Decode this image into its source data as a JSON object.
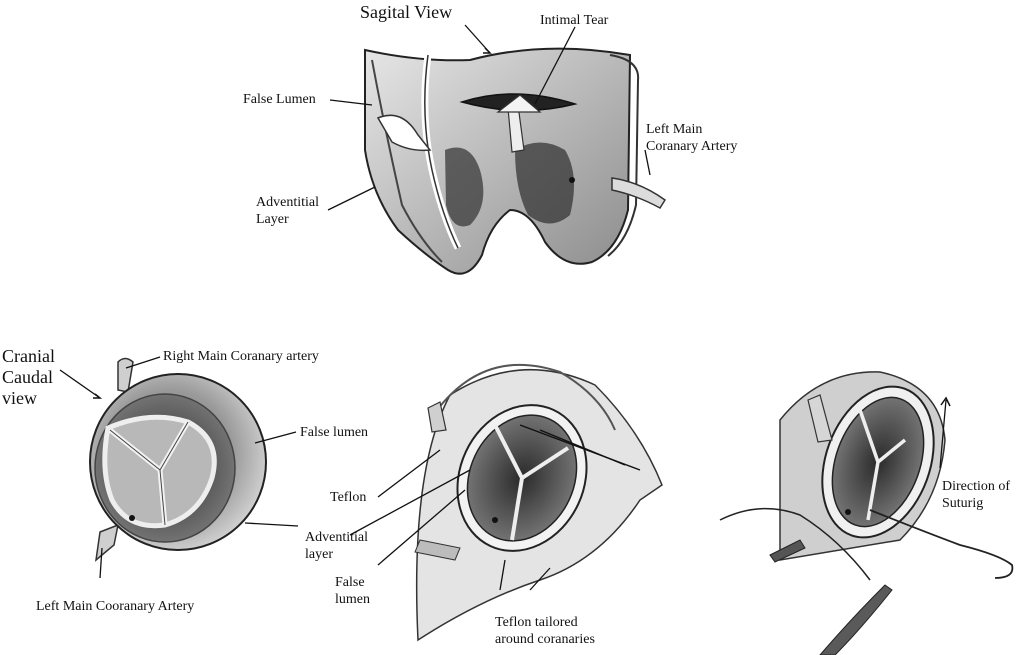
{
  "labels": {
    "sagital_view": "Sagital View",
    "intimal_tear": "Intimal Tear",
    "false_lumen_top": "False Lumen",
    "left_main_top_1": "Left Main",
    "left_main_top_2": "Coranary Artery",
    "adventitial_top_1": "Adventitial",
    "adventitial_top_2": "Layer",
    "cranial_1": "Cranial",
    "cranial_2": "Caudal",
    "cranial_3": "view",
    "right_main": "Right Main Coranary artery",
    "false_lumen_bl": "False lumen",
    "left_main_bl": "Left Main Cooranary Artery",
    "teflon": "Teflon",
    "adventitial_mid_1": "Adventitial",
    "adventitial_mid_2": "layer",
    "false_lumen_mid_1": "False",
    "false_lumen_mid_2": "lumen",
    "teflon_tailored_1": "Teflon tailored",
    "teflon_tailored_2": "around coranaries",
    "direction_1": "Direction of",
    "direction_2": "Suturig"
  }
}
